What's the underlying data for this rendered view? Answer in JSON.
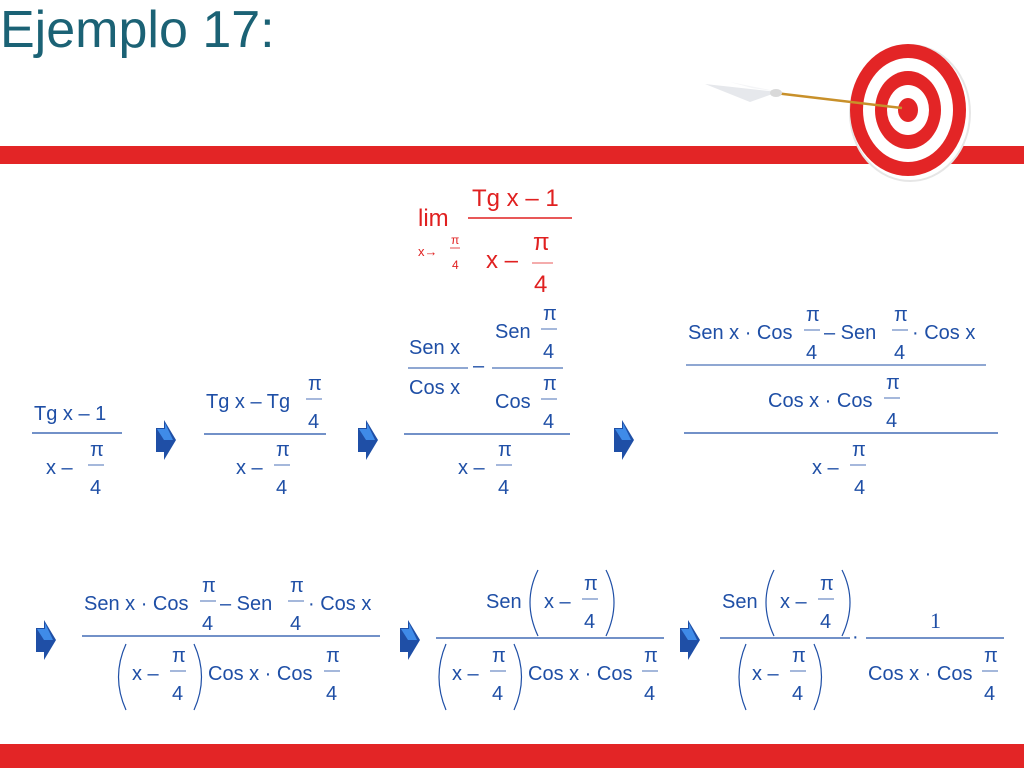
{
  "slide": {
    "title": "Ejemplo 17:",
    "accent_color": "#e32526",
    "title_color": "#1b6275",
    "formula_color": "#1f4fa6",
    "limit_color": "#e02020"
  },
  "math": {
    "lim": "lim",
    "tg_x_minus_1": "Tg x – 1",
    "x_minus": "x –",
    "pi": "π",
    "four": "4",
    "x_to": "x→",
    "tgx_minus_tg": "Tg x – Tg",
    "sen_x": "Sen x",
    "cos_x": "Cos x",
    "sen": "Sen",
    "cos": "Cos",
    "minus": "–",
    "dot": "·",
    "senx_dot_cos": "Sen x · Cos",
    "minus_sen": "– Sen",
    "dot_cos_x": "· Cos x",
    "cosx_dot_cos": "Cos x · Cos",
    "x": "x",
    "one": "1"
  },
  "icons": [
    "target-icon",
    "arrow-icon",
    "right-arrow-icon"
  ]
}
